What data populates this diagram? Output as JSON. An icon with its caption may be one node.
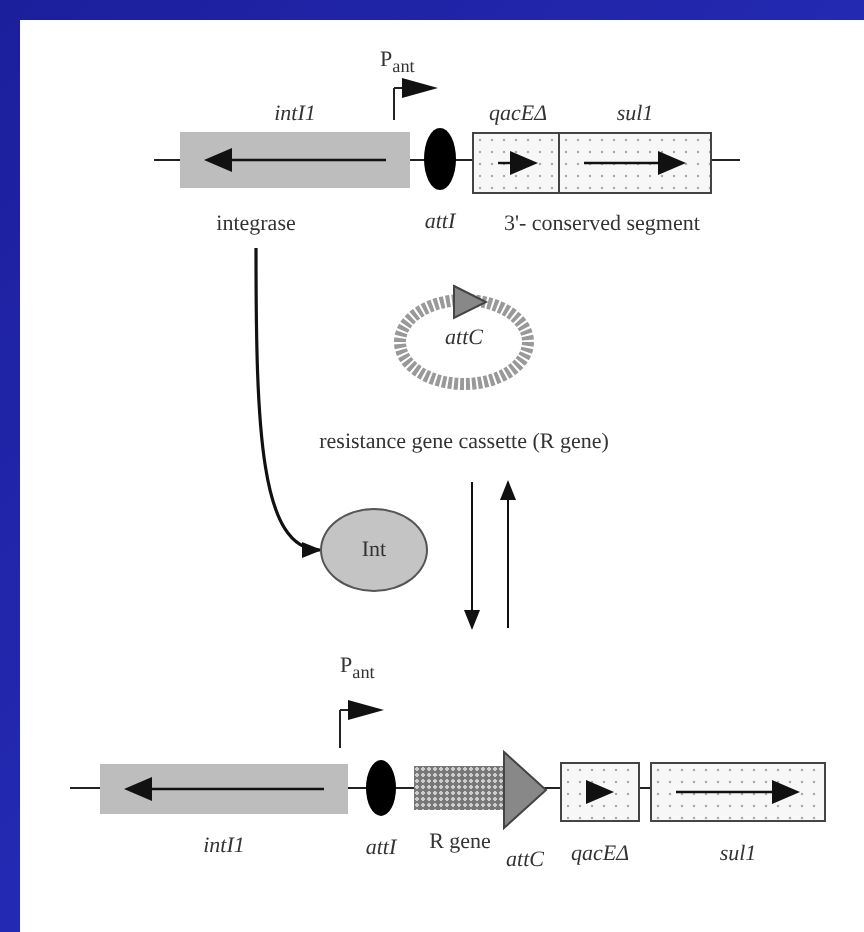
{
  "diagram": {
    "nodes": [
      {
        "text": [
          "intI1"
        ]
      },
      {
        "text": [
          "attI"
        ]
      },
      {
        "text": [
          "qacEΔ"
        ]
      },
      {
        "text": [
          "sul1"
        ]
      },
      {
        "text": [
          "integrase"
        ]
      },
      {
        "text": [
          "attC"
        ],
        "beside": [
          "resistance gene cassette (R gene)"
        ]
      },
      {
        "text": [
          "Int"
        ]
      },
      {
        "text": [
          "intI1"
        ]
      },
      {
        "text": [
          "attI"
        ]
      },
      {
        "text": [
          "R gene"
        ]
      },
      {
        "text": [
          "attC"
        ]
      },
      {
        "text": [
          "qacEΔ"
        ]
      },
      {
        "text": [
          "sul1"
        ]
      }
    ],
    "edges": [
      {
        "from": 4,
        "to": 6,
        "arrow": "to"
      },
      {
        "from": 5,
        "to": null,
        "arrow": "to"
      },
      {
        "from": null,
        "to": 5,
        "arrow": "to"
      }
    ],
    "labels": [
      "P$_{ant}$",
      "3'- conserved segment",
      "P$_{ant}$"
    ]
  }
}
